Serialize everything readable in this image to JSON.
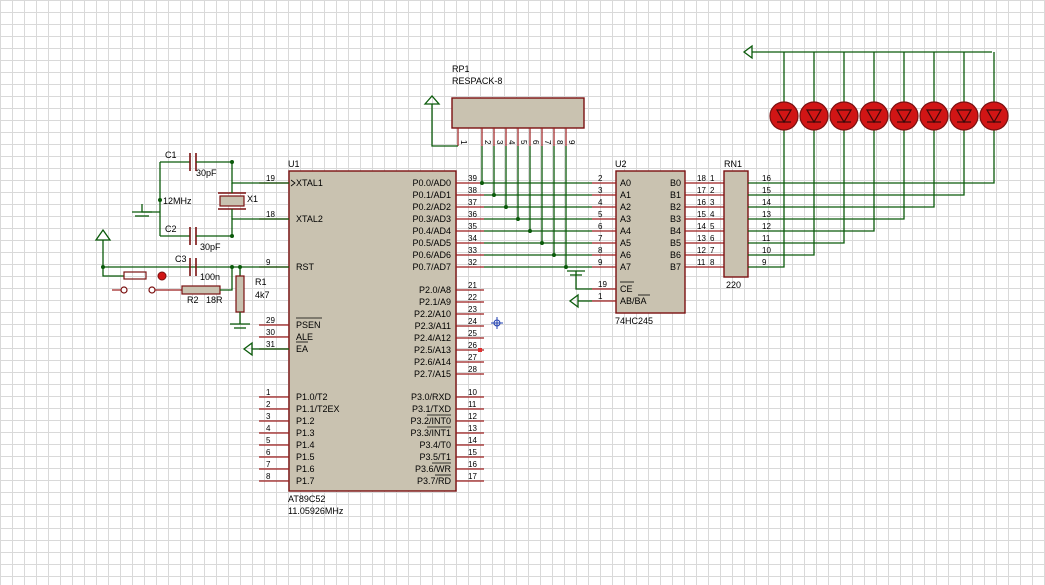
{
  "u1": {
    "ref": "U1",
    "part": "AT89C52",
    "freq": "11.05926MHz",
    "left_pins": [
      {
        "num": "19",
        "name": "XTAL1"
      },
      {
        "num": "18",
        "name": "XTAL2"
      },
      {
        "num": "9",
        "name": "RST"
      },
      {
        "num": "29",
        "name": "PSEN"
      },
      {
        "num": "30",
        "name": "ALE"
      },
      {
        "num": "31",
        "name": "EA"
      },
      {
        "num": "1",
        "name": "P1.0/T2"
      },
      {
        "num": "2",
        "name": "P1.1/T2EX"
      },
      {
        "num": "3",
        "name": "P1.2"
      },
      {
        "num": "4",
        "name": "P1.3"
      },
      {
        "num": "5",
        "name": "P1.4"
      },
      {
        "num": "6",
        "name": "P1.5"
      },
      {
        "num": "7",
        "name": "P1.6"
      },
      {
        "num": "8",
        "name": "P1.7"
      }
    ],
    "right_pins": [
      {
        "num": "39",
        "name": "P0.0/AD0"
      },
      {
        "num": "38",
        "name": "P0.1/AD1"
      },
      {
        "num": "37",
        "name": "P0.2/AD2"
      },
      {
        "num": "36",
        "name": "P0.3/AD3"
      },
      {
        "num": "35",
        "name": "P0.4/AD4"
      },
      {
        "num": "34",
        "name": "P0.5/AD5"
      },
      {
        "num": "33",
        "name": "P0.6/AD6"
      },
      {
        "num": "32",
        "name": "P0.7/AD7"
      },
      {
        "num": "21",
        "name": "P2.0/A8"
      },
      {
        "num": "22",
        "name": "P2.1/A9"
      },
      {
        "num": "23",
        "name": "P2.2/A10"
      },
      {
        "num": "24",
        "name": "P2.3/A11"
      },
      {
        "num": "25",
        "name": "P2.4/A12"
      },
      {
        "num": "26",
        "name": "P2.5/A13"
      },
      {
        "num": "27",
        "name": "P2.6/A14"
      },
      {
        "num": "28",
        "name": "P2.7/A15"
      },
      {
        "num": "10",
        "name": "P3.0/RXD"
      },
      {
        "num": "11",
        "name": "P3.1/TXD"
      },
      {
        "num": "12",
        "name": "P3.2/INT0"
      },
      {
        "num": "13",
        "name": "P3.3/INT1"
      },
      {
        "num": "14",
        "name": "P3.4/T0"
      },
      {
        "num": "15",
        "name": "P3.5/T1"
      },
      {
        "num": "16",
        "name": "P3.6/WR"
      },
      {
        "num": "17",
        "name": "P3.7/RD"
      }
    ]
  },
  "u2": {
    "ref": "U2",
    "part": "74HC245",
    "a_pins": [
      {
        "num": "2",
        "name": "A0"
      },
      {
        "num": "3",
        "name": "A1"
      },
      {
        "num": "4",
        "name": "A2"
      },
      {
        "num": "5",
        "name": "A3"
      },
      {
        "num": "6",
        "name": "A4"
      },
      {
        "num": "7",
        "name": "A5"
      },
      {
        "num": "8",
        "name": "A6"
      },
      {
        "num": "9",
        "name": "A7"
      }
    ],
    "b_pins": [
      {
        "num": "18",
        "name": "B0"
      },
      {
        "num": "17",
        "name": "B1"
      },
      {
        "num": "16",
        "name": "B2"
      },
      {
        "num": "15",
        "name": "B3"
      },
      {
        "num": "14",
        "name": "B4"
      },
      {
        "num": "13",
        "name": "B5"
      },
      {
        "num": "12",
        "name": "B6"
      },
      {
        "num": "11",
        "name": "B7"
      }
    ],
    "ce": {
      "num": "19",
      "name": "CE"
    },
    "dir": {
      "num": "1",
      "name": "AB/BA"
    }
  },
  "rn1": {
    "ref": "RN1",
    "value": "220",
    "left_nums": [
      "1",
      "2",
      "3",
      "4",
      "5",
      "6",
      "7",
      "8"
    ],
    "right_nums": [
      "16",
      "15",
      "14",
      "13",
      "12",
      "11",
      "10",
      "9"
    ]
  },
  "rp1": {
    "ref": "RP1",
    "part": "RESPACK-8",
    "pins": [
      "1",
      "2",
      "3",
      "4",
      "5",
      "6",
      "7",
      "8",
      "9"
    ]
  },
  "c1": {
    "ref": "C1",
    "value": "30pF"
  },
  "c2": {
    "ref": "C2",
    "value": "30pF"
  },
  "c3": {
    "ref": "C3",
    "value": "100n"
  },
  "x1": {
    "ref": "X1",
    "value": "12MHz"
  },
  "r1": {
    "ref": "R1",
    "value": "4k7"
  },
  "r2": {
    "ref": "R2",
    "value": "18R"
  },
  "led_count": 8,
  "colors": {
    "wire": "#0a5a0a",
    "pin": "#9b1c1c",
    "body": "#c9c2b0",
    "led": "#d11515"
  }
}
